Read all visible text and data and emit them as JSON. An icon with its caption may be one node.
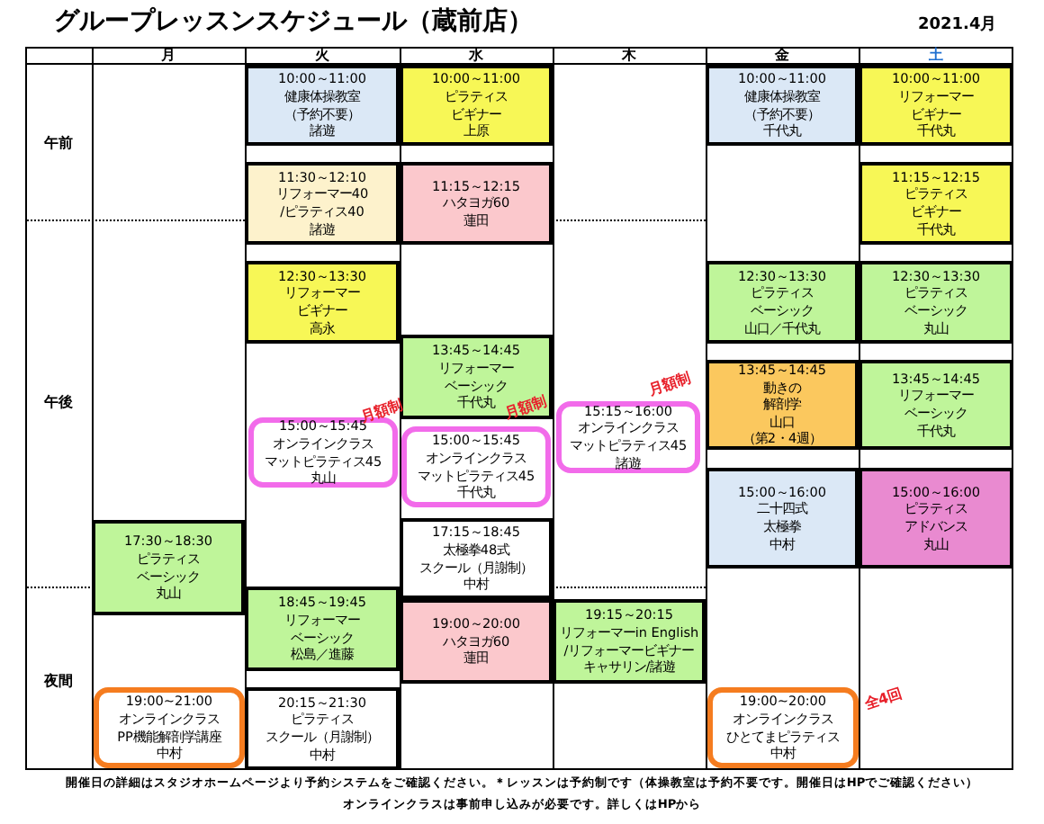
{
  "diagram": {
    "title": "グループレッスンスケジュール（蔵前店）",
    "nodes": [
      {
        "text": [
          "10:00～11:00",
          "健康体操教室",
          "（予約不要）",
          "諸遊"
        ]
      },
      {
        "text": [
          "10:00～11:00",
          "ピラティス",
          "ビギナー",
          "上原"
        ]
      },
      {
        "text": [
          "10:00～11:00",
          "健康体操教室",
          "（予約不要）",
          "千代丸"
        ]
      },
      {
        "text": [
          "10:00～11:00",
          "リフォーマー",
          "ビギナー",
          "千代丸"
        ]
      },
      {
        "text": [
          "11:30～12:10",
          "リフォーマー40",
          "/ピラティス40",
          "諸遊"
        ]
      },
      {
        "text": [
          "11:15～12:15",
          "ハタヨガ60",
          "蓮田"
        ]
      },
      {
        "text": [
          "11:15～12:15",
          "ピラティス",
          "ビギナー",
          "千代丸"
        ]
      },
      {
        "text": [
          "12:30～13:30",
          "リフォーマー",
          "ビギナー",
          "高永"
        ]
      },
      {
        "text": [
          "12:30～13:30",
          "ピラティス",
          "ベーシック",
          "山口／千代丸"
        ]
      },
      {
        "text": [
          "12:30～13:30",
          "ピラティス",
          "ベーシック",
          "丸山"
        ]
      },
      {
        "text": [
          "13:45～14:45",
          "リフォーマー",
          "ベーシック",
          "千代丸"
        ]
      },
      {
        "text": [
          "13:45～14:45",
          "動きの",
          "解剖学",
          "山口",
          "（第2・4週）"
        ]
      },
      {
        "text": [
          "13:45～14:45",
          "リフォーマー",
          "ベーシック",
          "千代丸"
        ]
      },
      {
        "text": [
          "15:15～16:00",
          "オンラインクラス",
          "マットピラティス45",
          "諸遊"
        ],
        "beside": [
          "月額制"
        ]
      },
      {
        "text": [
          "15:00～15:45",
          "オンラインクラス",
          "マットピラティス45",
          "丸山"
        ],
        "beside": [
          "月額制"
        ]
      },
      {
        "text": [
          "15:00～15:45",
          "オンラインクラス",
          "マットピラティス45",
          "千代丸"
        ],
        "beside": [
          "月額制"
        ]
      },
      {
        "text": [
          "15:00～16:00",
          "二十四式",
          "太極拳",
          "中村"
        ]
      },
      {
        "text": [
          "15:00～16:00",
          "ピラティス",
          "アドバンス",
          "丸山"
        ]
      },
      {
        "text": [
          "17:15～18:45",
          "太極拳48式",
          "スクール（月謝制）",
          "中村"
        ]
      },
      {
        "text": [
          "17:30～18:30",
          "ピラティス",
          "ベーシック",
          "丸山"
        ]
      },
      {
        "text": [
          "18:45～19:45",
          "リフォーマー",
          "ベーシック",
          "松島／進藤"
        ]
      },
      {
        "text": [
          "19:00～20:00",
          "ハタヨガ60",
          "蓮田"
        ]
      },
      {
        "text": [
          "19:15～20:15",
          "リフォーマーin English",
          "/リフォーマービギナー",
          "キャサリン/諸遊"
        ]
      },
      {
        "text": [
          "19:00~21:00",
          "オンラインクラス",
          "PP機能解剖学講座",
          "中村"
        ]
      },
      {
        "text": [
          "20:15～21:30",
          "ピラティス",
          "スクール（月謝制）",
          "中村"
        ]
      },
      {
        "text": [
          "19:00~20:00",
          "オンラインクラス",
          "ひとてまピラティス",
          "中村"
        ],
        "beside": [
          "全4回"
        ]
      }
    ],
    "edges": [],
    "labels": [
      "2021.4月",
      "月",
      "火",
      "水",
      "木",
      "金",
      "土",
      "午前",
      "午後",
      "夜間",
      "開催日の詳細はスタジオホームページより予約システムをご確認ください。＊レッスンは予約制です（体操教室は予約不要です。開催日はHPでご確認ください）",
      "オンラインクラスは事前申し込みが必要です。詳しくはHPから"
    ]
  }
}
